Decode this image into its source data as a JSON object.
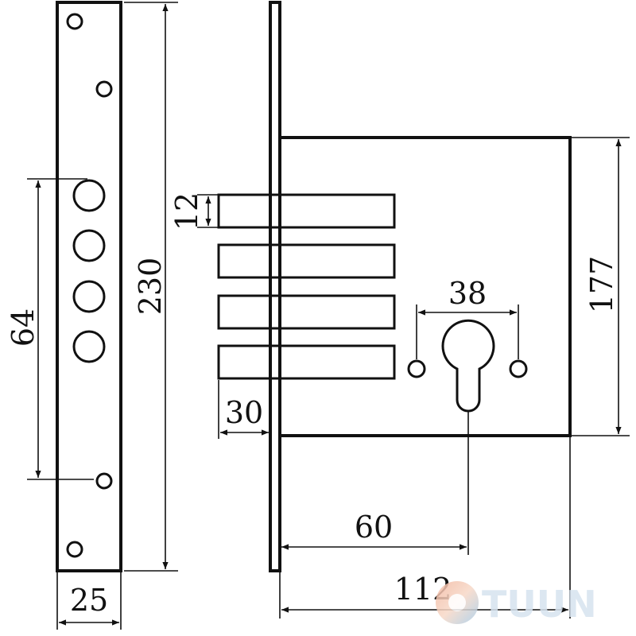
{
  "dimensions": {
    "faceplate_width": "25",
    "faceplate_height": "230",
    "hole_spacing": "64",
    "bolt_height": "12",
    "bolt_throw": "30",
    "cylinder_hole_spacing": "38",
    "body_height": "177",
    "backset": "60",
    "body_depth": "112"
  },
  "watermark": {
    "text": "TUUN",
    "colors": [
      "#f3b7a0",
      "#a7cde8",
      "#dfe8f1"
    ]
  },
  "colors": {
    "line": "#111111",
    "background": "#ffffff"
  }
}
